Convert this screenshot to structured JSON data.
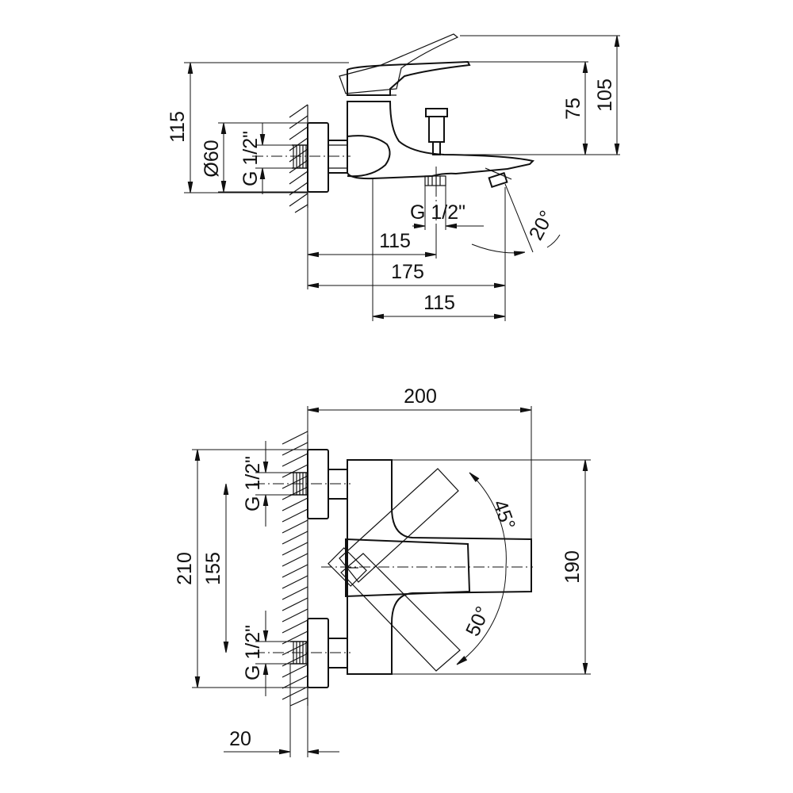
{
  "side_view": {
    "dims": {
      "overall_height": "115",
      "spout_height": "75",
      "top_height": "105",
      "flange_diameter": "Ø60",
      "inlet_thread": "G 1/2\"",
      "outlet_thread": "G 1/2\"",
      "outlet_distance": "115",
      "projection": "175",
      "spout_length": "115",
      "spout_angle": "20°"
    }
  },
  "top_view": {
    "dims": {
      "width": "200",
      "overall_height": "210",
      "center_distance": "155",
      "body_height": "190",
      "inlet_thread_top": "G 1/2\"",
      "inlet_thread_bottom": "G 1/2\"",
      "wall_offset": "20",
      "lever_angle_up": "45°",
      "lever_angle_down": "50°"
    }
  },
  "colors": {
    "line": "#111111",
    "background": "#ffffff"
  }
}
